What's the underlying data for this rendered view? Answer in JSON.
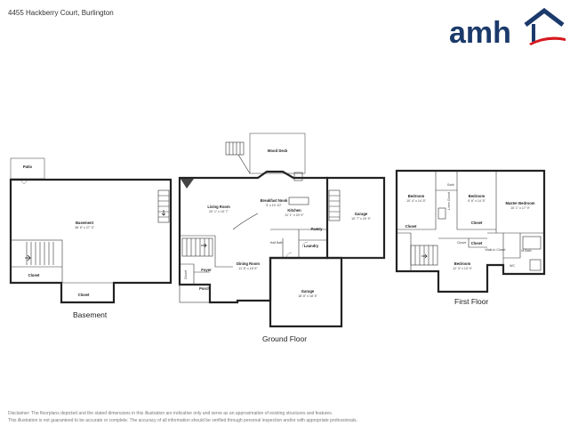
{
  "address": "4455 Hackberry Court, Burlington",
  "brand": {
    "name": "amh",
    "color": "#1b3a6b",
    "accent": "#d71920"
  },
  "floors": {
    "basement": {
      "label": "Basement",
      "rooms": [
        {
          "name": "Patio",
          "dim": ""
        },
        {
          "name": "Basement",
          "dim": "38' 6\" x 27' 3\""
        },
        {
          "name": "Closet",
          "dim": ""
        },
        {
          "name": "Closet",
          "dim": ""
        }
      ]
    },
    "ground": {
      "label": "Ground Floor",
      "rooms": [
        {
          "name": "Wood Deck",
          "dim": ""
        },
        {
          "name": "Living Room",
          "dim": "20' 1\" x 15' 7\""
        },
        {
          "name": "Breakfast Nook",
          "dim": "9' x 10' 10\""
        },
        {
          "name": "Kitchen",
          "dim": "11' 1\" x 20' 9\""
        },
        {
          "name": "Garage",
          "dim": "10' 7\" x 20' 9\""
        },
        {
          "name": "Pantry",
          "dim": ""
        },
        {
          "name": "Laundry",
          "dim": ""
        },
        {
          "name": "Half Bath",
          "dim": ""
        },
        {
          "name": "Dining Room",
          "dim": "11' 8\" x 18' 5\""
        },
        {
          "name": "Foyer",
          "dim": ""
        },
        {
          "name": "Closet",
          "dim": ""
        },
        {
          "name": "Porch",
          "dim": ""
        },
        {
          "name": "Garage",
          "dim": "18' 8\" x 18' 5\""
        },
        {
          "name": "Fireplace",
          "dim": ""
        }
      ]
    },
    "first": {
      "label": "First Floor",
      "rooms": [
        {
          "name": "Bedroom",
          "dim": "10' 4\" x 14' 5\""
        },
        {
          "name": "Bath",
          "dim": ""
        },
        {
          "name": "Bedroom",
          "dim": "9' 6\" x 14' 5\""
        },
        {
          "name": "Master Bedroom",
          "dim": "15' 1\" x 17' 9\""
        },
        {
          "name": "Closet",
          "dim": ""
        },
        {
          "name": "Closet",
          "dim": ""
        },
        {
          "name": "Closet",
          "dim": ""
        },
        {
          "name": "Linen Closet",
          "dim": ""
        },
        {
          "name": "Bedroom",
          "dim": "12' 3\" x 13' 9\""
        },
        {
          "name": "Walk-in Closet",
          "dim": ""
        },
        {
          "name": "M.Bath",
          "dim": ""
        },
        {
          "name": "WC",
          "dim": ""
        },
        {
          "name": "Closet",
          "dim": ""
        }
      ]
    }
  },
  "disclaimer": {
    "line1": "Disclaimer: The floorplans depicted and the stated dimensions in this illustration are indicative only and serve as an approximation of existing structures and features.",
    "line2": "This illustration is not guaranteed to be accurate or complete. The accuracy of all information should be verified through personal inspection and/or with appropriate professionals."
  }
}
